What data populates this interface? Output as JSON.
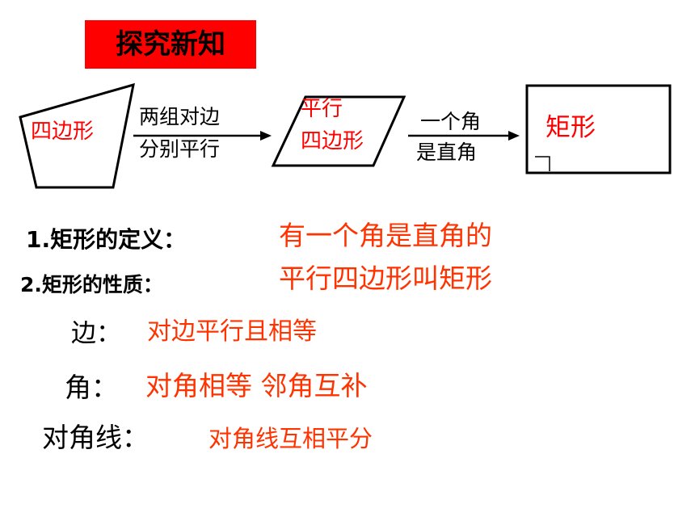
{
  "title": "探究新知",
  "diagram": {
    "quad_label": "四边形",
    "arrow1_line1": "两组对边",
    "arrow1_line2": "分别平行",
    "para_line1": "平行",
    "para_line2": "四边形",
    "arrow2_line1": "一个角",
    "arrow2_line2": "是直角",
    "rect_label": "矩形"
  },
  "definition": {
    "label": "1.矩形的定义：",
    "text_line1": "有一个角是直角的",
    "text_line2": "平行四边形叫矩形"
  },
  "properties": {
    "label": "2.矩形的性质：",
    "side_label": "边：",
    "side_text": "对边平行且相等",
    "angle_label": "角：",
    "angle_text": "对角相等  邻角互补",
    "diag_label": "对角线：",
    "diag_text": "对角线互相平分"
  },
  "colors": {
    "title_bg": "#ff0000",
    "accent_red": "#ff0000",
    "answer_orange": "#ff3300"
  }
}
